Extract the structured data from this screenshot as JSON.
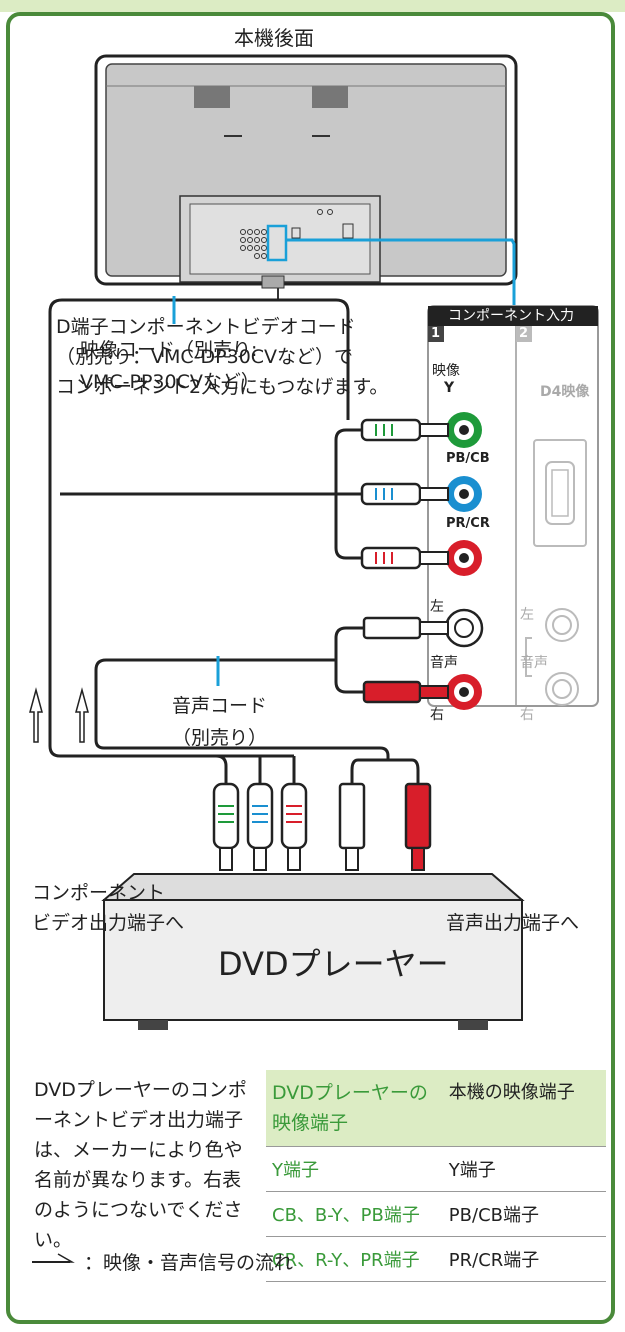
{
  "labels": {
    "rear_title": "本機後面",
    "cable_d": "D端子コンポーネントビデオコード\n（別売り：VMC-DP30CVなど）で\nコンポーネント2入力にもつなげます。",
    "panel_header": "コンポーネント入力",
    "panel_col1": "1",
    "panel_col2": "2",
    "video_label": "映像",
    "y_label": "Y",
    "pb_label": "PB/CB",
    "pr_label": "PR/CR",
    "d4_label": "D4映像",
    "left_label": "左",
    "audio_label": "音声",
    "right_label": "右",
    "left_label2": "左",
    "audio_label2": "音声",
    "right_label2": "右",
    "video_cord": "映像コード（別売り:\nVMC-PP30CVなど）",
    "audio_cord": "音声コード\n（別売り）",
    "component_out": "コンポーネント\nビデオ出力端子へ",
    "audio_out": "音声出力端子へ",
    "dvd_player": "DVDプレーヤー"
  },
  "description": "DVDプレーヤーのコンポーネントビデオ出力端子は、メーカーにより色や名前が異なります。右表のようにつないでください。",
  "table": {
    "headers": [
      "DVDプレーヤーの映像端子",
      "本機の映像端子"
    ],
    "rows": [
      [
        "Y端子",
        "Y端子"
      ],
      [
        "CB、B-Y、PB端子",
        "PB/CB端子"
      ],
      [
        "CR、R-Y、PR端子",
        "PR/CR端子"
      ]
    ]
  },
  "legend": "：映像・音声信号の流れ",
  "colors": {
    "frame_green": "#4a8a3a",
    "band_green": "#dcecc4",
    "cable_blue": "#1aa0d8",
    "jack_green": "#1e9a3a",
    "jack_blue": "#1a8fd0",
    "jack_red": "#d81e2a"
  }
}
